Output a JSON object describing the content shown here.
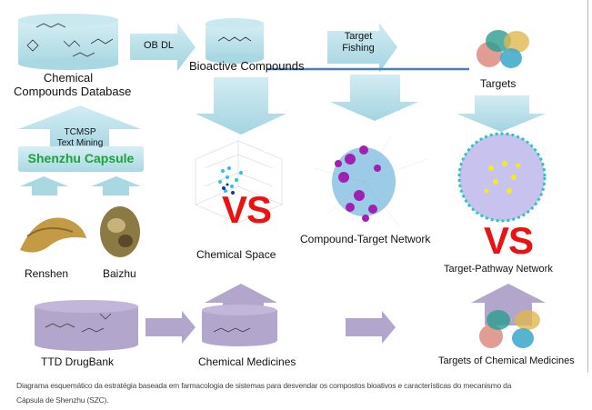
{
  "labels": {
    "chemical_db": "Chemical",
    "chemical_db_2": "Compounds Database",
    "ob_dl": "OB DL",
    "bioactive": "Bioactive  Compounds",
    "target_fishing_1": "Target",
    "target_fishing_2": "Fishing",
    "targets": "Targets",
    "tcmsp_1": "TCMSP",
    "tcmsp_2": "Text Mining",
    "shenzhu": "Shenzhu Capsule",
    "renshen": "Renshen",
    "baizhu": "Baizhu",
    "vs": "VS",
    "chemical_space": "Chemical Space",
    "compound_target": "Compound-Target Network",
    "target_pathway": "Target-Pathway Network",
    "ttd": "TTD DrugBank",
    "chemical_medicines": "Chemical  Medicines",
    "targets_medicines": "Targets of Chemical Medicines"
  },
  "caption": {
    "line1": "Diagrama esquemático da estratégia baseada em farmacologia de sistemas para desvendar os compostos bioativos e características do mecanismo da",
    "line2": "Cápsula de Shenzhu (SZC)."
  },
  "colors": {
    "light_blue": "#a9d8e3",
    "purple": "#b3a6cc",
    "red": "#ee1111",
    "green": "#1fa03a",
    "blue_line": "#4a7fc0"
  }
}
